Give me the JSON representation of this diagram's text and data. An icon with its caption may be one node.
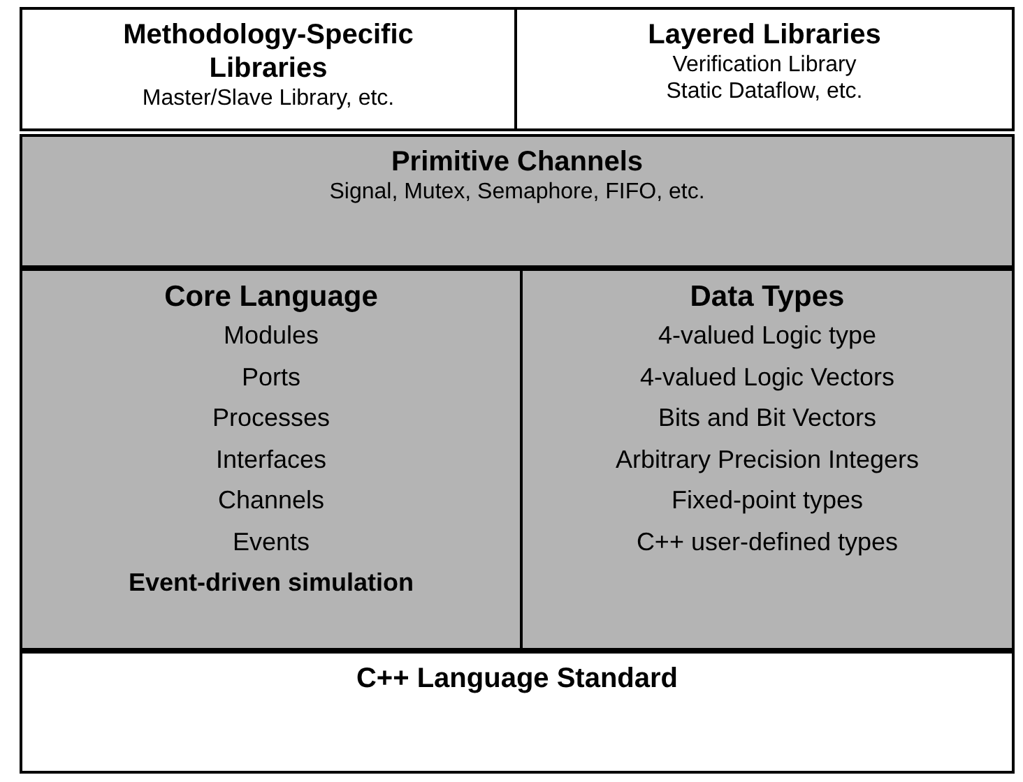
{
  "diagram": {
    "nodes": [
      {
        "text": [
          "Methodology-Specific Libraries",
          "Master/Slave Library, etc."
        ]
      },
      {
        "text": [
          "Layered Libraries",
          "Verification Library",
          "Static Dataflow, etc."
        ]
      },
      {
        "text": [
          "Primitive Channels",
          "Signal, Mutex, Semaphore, FIFO, etc."
        ]
      },
      {
        "text": [
          "Core Language",
          "Modules",
          "Ports",
          "Processes",
          "Interfaces",
          "Channels",
          "Events",
          "**Event-driven simulation**"
        ]
      },
      {
        "text": [
          "Data Types",
          "4-valued Logic type",
          "4-valued Logic Vectors",
          "Bits and Bit Vectors",
          "Arbitrary Precision Integers",
          "Fixed-point types",
          "C++ user-defined types"
        ]
      },
      {
        "text": [
          "C++ Language Standard"
        ]
      }
    ]
  }
}
